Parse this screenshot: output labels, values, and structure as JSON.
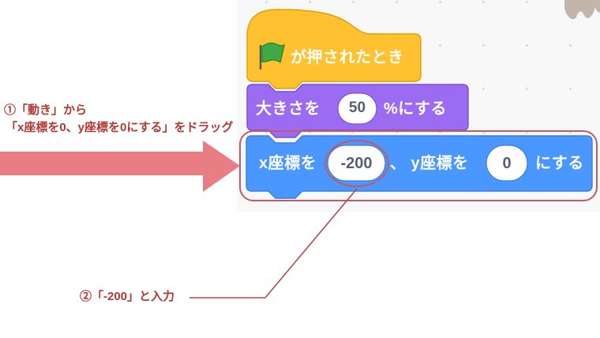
{
  "editor": {
    "background_color": "#f8f8f9",
    "dot_color": "#dedede"
  },
  "blocks": {
    "flag_hat": {
      "label": "が押されたとき",
      "color": "#ffc12f",
      "border_color": "#dd9f00",
      "icon": "green-flag-icon",
      "flag_color": "#3faa46"
    },
    "set_size": {
      "text_before": "大きさを",
      "value": "50",
      "text_after": "%にする",
      "color": "#9b6bf2",
      "border_color": "#7a4ed6"
    },
    "goto_xy": {
      "text_x": "x座標を",
      "x_value": "-200",
      "text_y": "、 y座標を",
      "y_value": "0",
      "text_after": "にする",
      "color": "#4a97ff",
      "border_color": "#3a7fe0"
    }
  },
  "annotations": {
    "step1_line1": "①「動き」から",
    "step1_line2": "「x座標を0、y座標を0にする」をドラッグ",
    "step2_label": "②「-200」と入力",
    "text_color": "#ae3a33",
    "arrow_color": "#e87e83",
    "outline_color": "#c45b63"
  },
  "decor": {
    "sprite_fragment": "cat-sprite-fragment",
    "sprite_color": "#c4b5aa"
  }
}
